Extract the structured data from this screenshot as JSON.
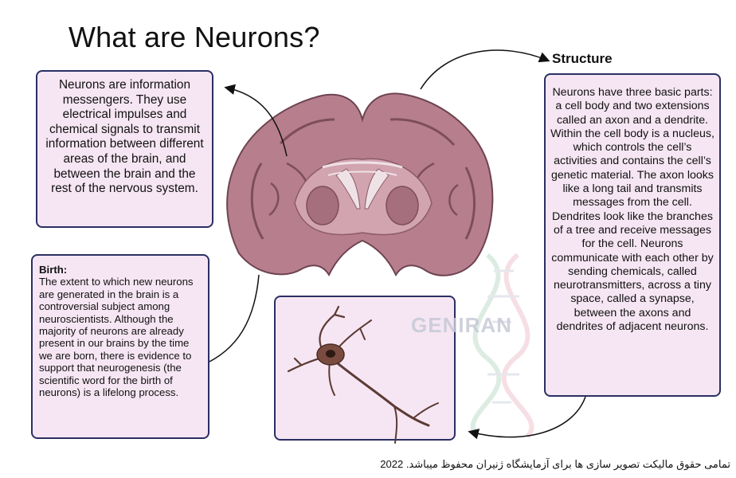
{
  "title": "What are Neurons?",
  "intro_text": "Neurons are information messengers. They use electrical impulses and chemical signals to transmit information between different areas of the brain, and between the brain and the rest of the nervous system.",
  "birth": {
    "heading": "Birth:",
    "text": "The extent to which new neurons are generated in the brain is a controversial subject among neuroscientists. Although the majority of neurons are already present in our brains by the time we are born, there is evidence to support that neurogenesis (the scientific word for the birth of neurons) is a lifelong process."
  },
  "structure": {
    "heading": "Structure",
    "text": "Neurons have three basic parts: a cell body and two extensions called an axon and a dendrite. Within the cell body is a nucleus, which controls the cell’s activities and contains the cell’s genetic material. The axon looks like a long tail and transmits messages from the cell. Dendrites look like the branches of a tree and receive messages for the cell. Neurons communicate with each other by sending chemicals, called neurotransmitters, across a tiny space, called a synapse, between the axons and dendrites of adjacent neurons."
  },
  "watermark": "GENIRAN",
  "footer": "تمامی حقوق مالیکت تصویر سازی ها برای آزمایشگاه ژنیران محفوظ میباشد. 2022",
  "colors": {
    "box_fill": "#f6e6f3",
    "box_border": "#2b2f63",
    "brain_fill": "#b77f8d",
    "brain_dark": "#7d4d5c"
  }
}
